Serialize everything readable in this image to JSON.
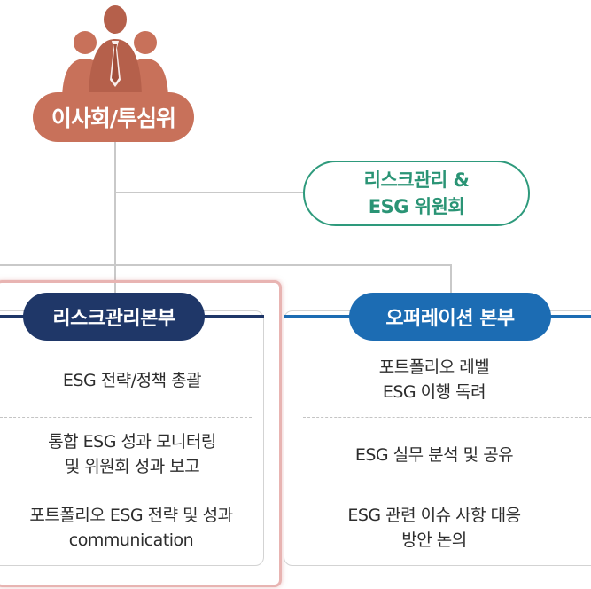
{
  "board": {
    "title": "이사회/투심위",
    "icon": "executives-icon",
    "color": "#c8715a"
  },
  "committee": {
    "line1": "리스크관리 &",
    "line2": "ESG 위원회",
    "color": "#2e9a7c"
  },
  "risk_division": {
    "title": "리스크관리본부",
    "color": "#1f3768",
    "items": [
      {
        "line1": "ESG 전략/정책 총괄",
        "line2": ""
      },
      {
        "line1": "통합 ESG 성과 모니터링",
        "line2": "및 위원회 성과 보고"
      },
      {
        "line1": "포트폴리오 ESG 전략 및 성과",
        "line2": "communication"
      }
    ]
  },
  "operation_division": {
    "title": "오퍼레이션 본부",
    "color": "#1c6cb3",
    "items": [
      {
        "line1": "포트폴리오 레벨",
        "line2": "ESG 이행 독려"
      },
      {
        "line1": "ESG 실무 분석 및 공유",
        "line2": ""
      },
      {
        "line1": "ESG 관련 이슈 사항 대응",
        "line2": "방안 논의"
      }
    ]
  }
}
